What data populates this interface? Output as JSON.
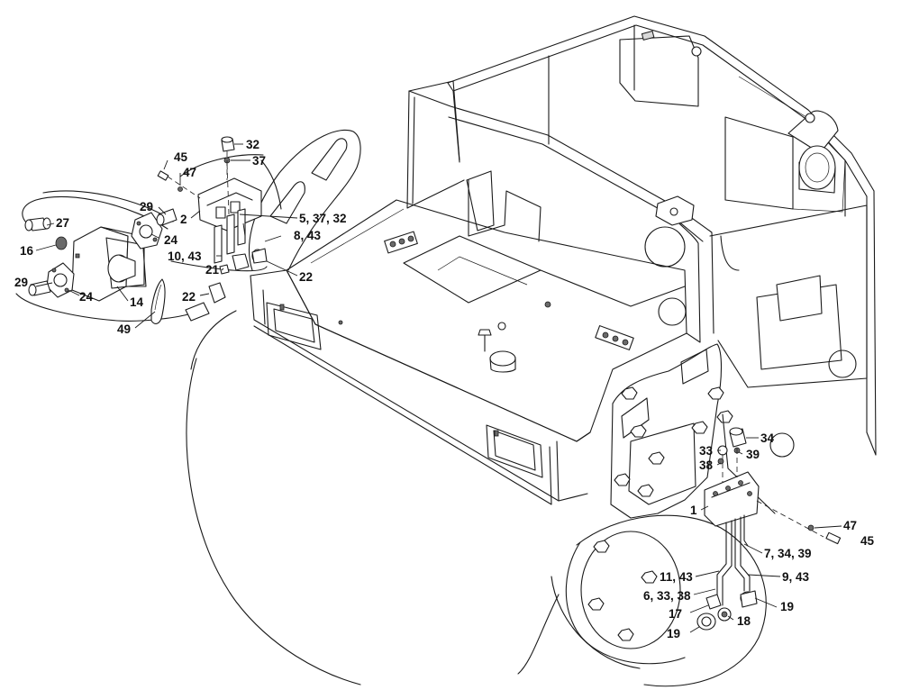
{
  "callouts": [
    {
      "id": "c-32",
      "text": "32"
    },
    {
      "id": "c-37",
      "text": "37"
    },
    {
      "id": "c-45a",
      "text": "45"
    },
    {
      "id": "c-47a",
      "text": "47"
    },
    {
      "id": "c-29a",
      "text": "29"
    },
    {
      "id": "c-2",
      "text": "2"
    },
    {
      "id": "c-5-37-32",
      "text": "5, 37, 32"
    },
    {
      "id": "c-27",
      "text": "27"
    },
    {
      "id": "c-24a",
      "text": "24"
    },
    {
      "id": "c-8-43",
      "text": "8, 43"
    },
    {
      "id": "c-16",
      "text": "16"
    },
    {
      "id": "c-10-43",
      "text": "10, 43"
    },
    {
      "id": "c-21",
      "text": "21"
    },
    {
      "id": "c-22a",
      "text": "22"
    },
    {
      "id": "c-29b",
      "text": "29"
    },
    {
      "id": "c-24b",
      "text": "24"
    },
    {
      "id": "c-14",
      "text": "14"
    },
    {
      "id": "c-22b",
      "text": "22"
    },
    {
      "id": "c-49",
      "text": "49"
    },
    {
      "id": "c-34",
      "text": "34"
    },
    {
      "id": "c-33",
      "text": "33"
    },
    {
      "id": "c-39",
      "text": "39"
    },
    {
      "id": "c-38",
      "text": "38"
    },
    {
      "id": "c-1",
      "text": "1"
    },
    {
      "id": "c-47b",
      "text": "47"
    },
    {
      "id": "c-45b",
      "text": "45"
    },
    {
      "id": "c-7-34-39",
      "text": "7, 34, 39"
    },
    {
      "id": "c-11-43",
      "text": "11, 43"
    },
    {
      "id": "c-9-43",
      "text": "9, 43"
    },
    {
      "id": "c-6-33-38",
      "text": "6, 33, 38"
    },
    {
      "id": "c-17",
      "text": "17"
    },
    {
      "id": "c-19a",
      "text": "19"
    },
    {
      "id": "c-18",
      "text": "18"
    },
    {
      "id": "c-19b",
      "text": "19"
    }
  ]
}
